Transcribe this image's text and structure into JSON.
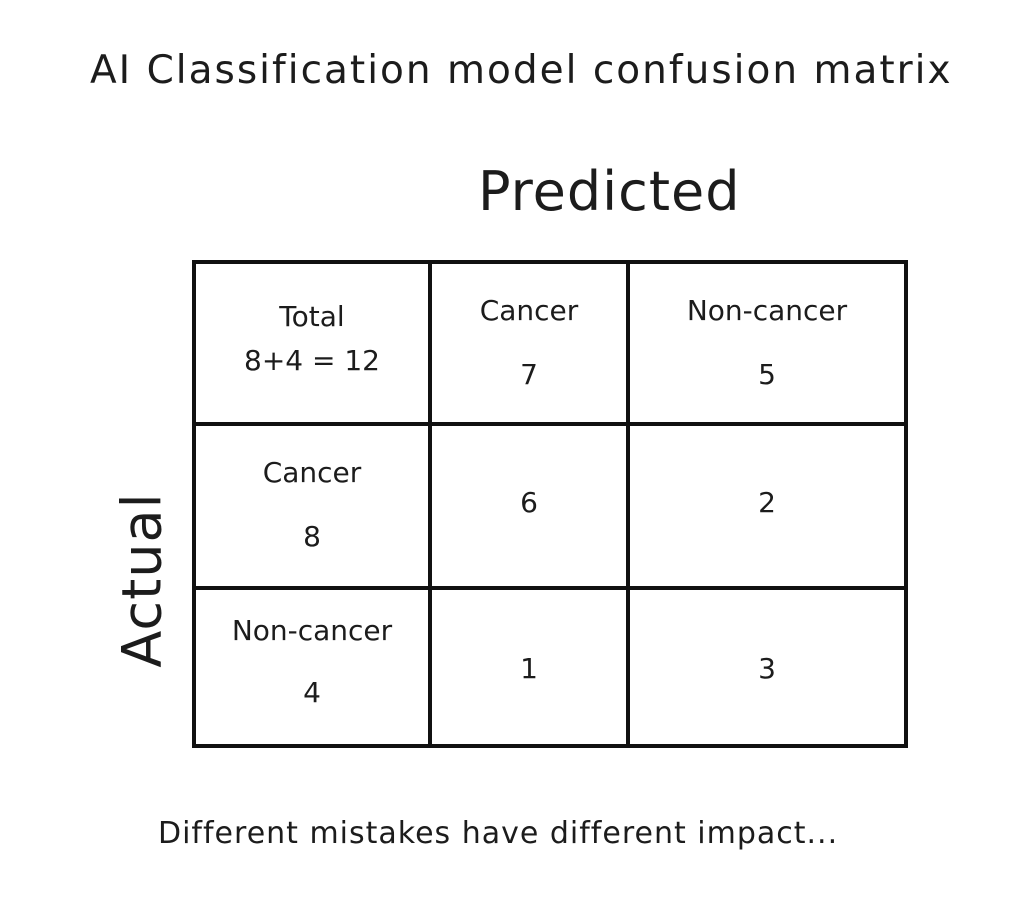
{
  "title": "AI Classification model confusion matrix",
  "axis": {
    "predicted": "Predicted",
    "actual": "Actual"
  },
  "matrix": {
    "corner": {
      "label": "Total",
      "value": "8+4 = 12"
    },
    "columns": [
      {
        "label": "Cancer",
        "total": "7"
      },
      {
        "label": "Non-cancer",
        "total": "5"
      }
    ],
    "rows": [
      {
        "label": "Cancer",
        "total": "8",
        "cells": [
          "6",
          "2"
        ]
      },
      {
        "label": "Non-cancer",
        "total": "4",
        "cells": [
          "1",
          "3"
        ]
      }
    ]
  },
  "footer": "Different mistakes have different impact..."
}
